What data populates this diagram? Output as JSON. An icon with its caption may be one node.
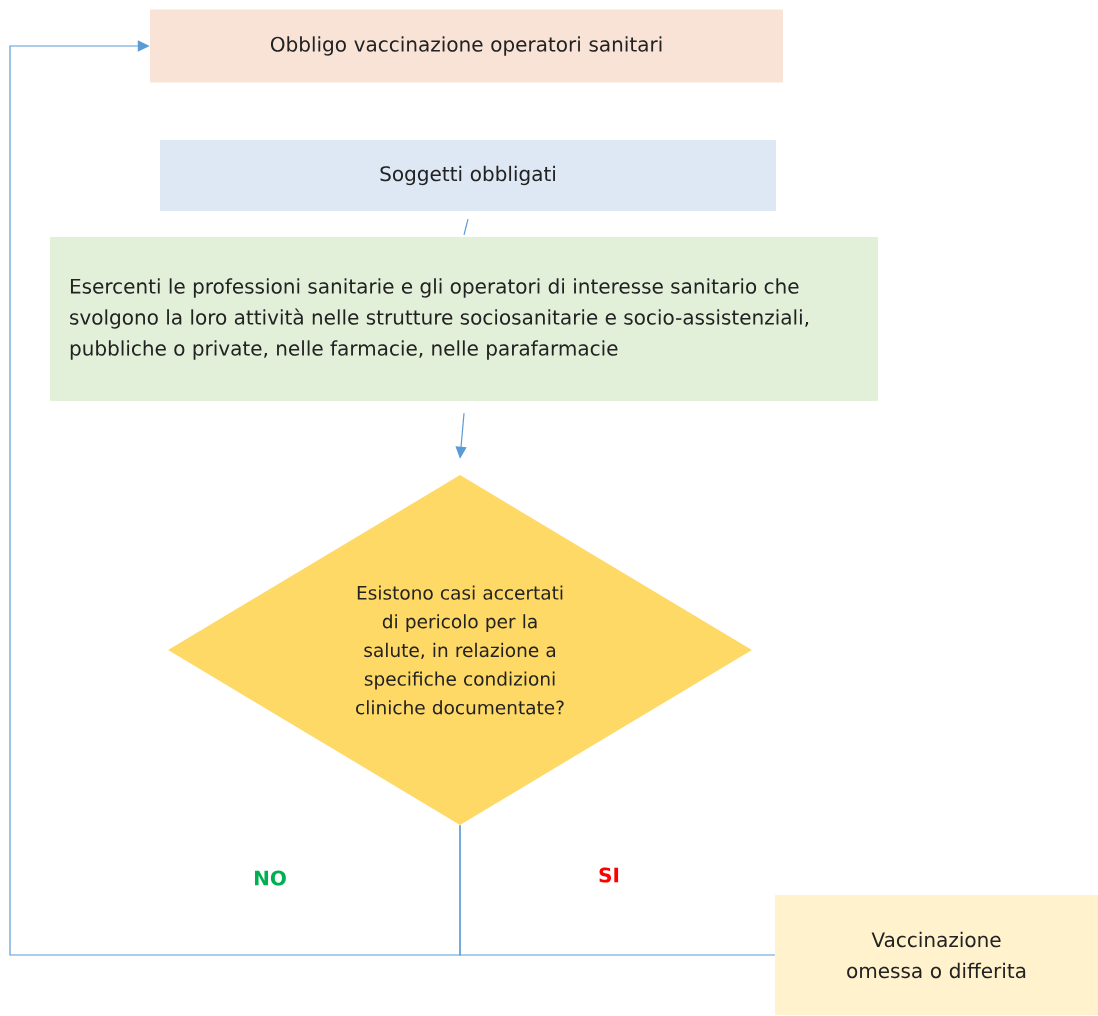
{
  "diagram": {
    "nodes": [
      {
        "text": [
          "Obbligo vaccinazione operatori sanitari"
        ]
      },
      {
        "text": [
          "Soggetti obbligati"
        ]
      },
      {
        "text": [
          "Esercenti le professioni sanitarie e gli operatori di interesse sanitario che svolgono la loro attività nelle strutture sociosanitarie e socio-assistenziali, pubbliche o private, nelle farmacie, nelle parafarmacie"
        ]
      },
      {
        "text": [
          "Esistono casi accertati di pericolo per la salute, in relazione a specifiche condizioni cliniche documentate?"
        ]
      },
      {
        "text": [
          "Vaccinazione omessa o differita"
        ]
      }
    ],
    "edges": [
      {
        "from": 1,
        "to": 2,
        "arrow": "none"
      },
      {
        "from": 2,
        "to": 3,
        "arrow": "to"
      },
      {
        "from": 3,
        "to": 0,
        "arrow": "to",
        "label": "NO"
      },
      {
        "from": 3,
        "to": 4,
        "arrow": "none",
        "label": "SI"
      }
    ]
  }
}
